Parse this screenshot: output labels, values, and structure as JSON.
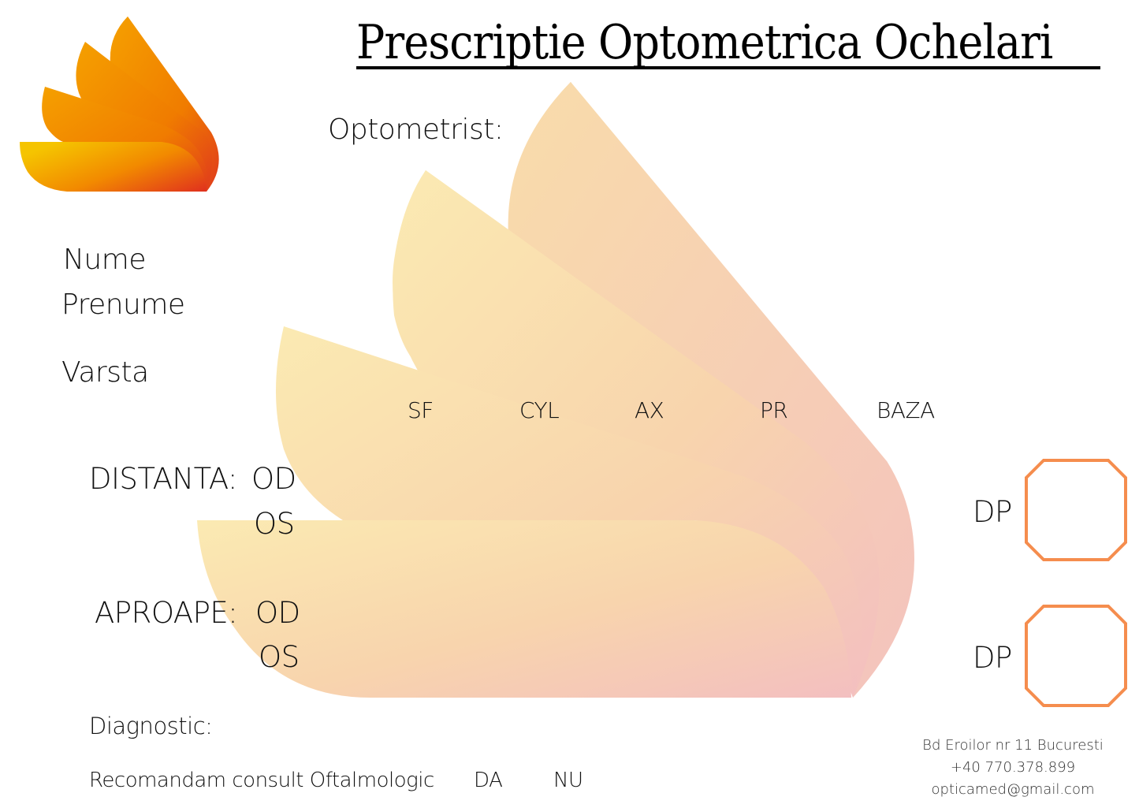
{
  "document": {
    "title": "Prescriptie Optometrica Ochelari",
    "optometrist_label": "Optometrist:",
    "patient": {
      "nume_label": "Nume",
      "prenume_label": "Prenume",
      "varsta_label": "Varsta"
    },
    "columns": [
      "SF",
      "CYL",
      "AX",
      "PR",
      "BAZA"
    ],
    "sections": [
      {
        "label": "DISTANTA:",
        "rows": [
          "OD",
          "OS"
        ]
      },
      {
        "label": "APROAPE:",
        "rows": [
          "OD",
          "OS"
        ]
      }
    ],
    "dp": [
      {
        "label": "DP"
      },
      {
        "label": "DP"
      }
    ],
    "diagnostic_label": "Diagnostic:",
    "recommendation": {
      "text": "Recomandam consult Oftalmologic",
      "option_yes": "DA",
      "option_no": "NU"
    },
    "footer": {
      "address": "Bd Eroilor nr 11 Bucuresti",
      "phone": "+40 770.378.899",
      "email": "opticamed@gmail.com"
    },
    "colors": {
      "logo_start": "#f5c400",
      "logo_mid": "#f28a00",
      "logo_end": "#e0301e",
      "watermark_start": "#fbe9b0",
      "watermark_end": "#f5c2c0",
      "dp_border": "#f58d4e"
    }
  }
}
